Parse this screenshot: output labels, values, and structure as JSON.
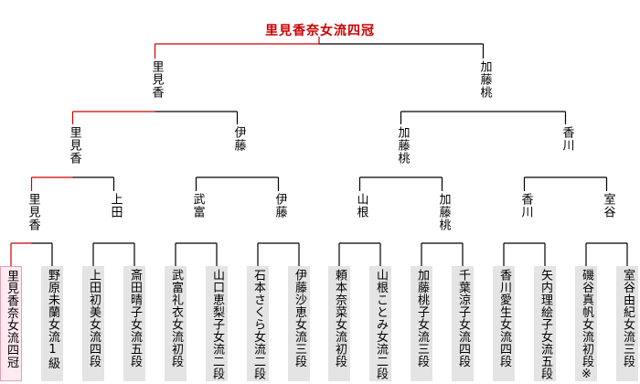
{
  "champion": "里見香奈女流四冠",
  "colors": {
    "win": "#cc0000",
    "line": "#000000",
    "box": "#e4e4e4",
    "champion_box": "#ffeaf2"
  },
  "players": [
    {
      "name": "里見香奈女流四冠",
      "winner": true
    },
    {
      "name": "野原未蘭女流1級",
      "winner": false
    },
    {
      "name": "上田初美女流四段",
      "winner": false
    },
    {
      "name": "斎田晴子女流五段",
      "winner": false
    },
    {
      "name": "武富礼衣女流初段",
      "winner": false
    },
    {
      "name": "山口恵梨子女流二段",
      "winner": false
    },
    {
      "name": "石本さくら女流二段",
      "winner": false
    },
    {
      "name": "伊藤沙恵女流三段",
      "winner": false
    },
    {
      "name": "頼本奈菜女流初段",
      "winner": false
    },
    {
      "name": "山根ことみ女流二段",
      "winner": false
    },
    {
      "name": "加藤桃子女流三段",
      "winner": false
    },
    {
      "name": "千葉涼子女流四段",
      "winner": false
    },
    {
      "name": "香川愛生女流四段",
      "winner": false
    },
    {
      "name": "矢内理絵子女流五段",
      "winner": false
    },
    {
      "name": "磯谷真帆女流初段※",
      "winner": false
    },
    {
      "name": "室谷由紀女流三段",
      "winner": false
    }
  ],
  "round1_winners": [
    "里見香",
    "上田",
    "武富",
    "伊藤",
    "山根",
    "加藤桃",
    "香川",
    "室谷"
  ],
  "quarterfinal_winners": [
    "里見香",
    "伊藤",
    "加藤桃",
    "香川"
  ],
  "semifinal_winners": [
    "里見香",
    "加藤桃"
  ]
}
